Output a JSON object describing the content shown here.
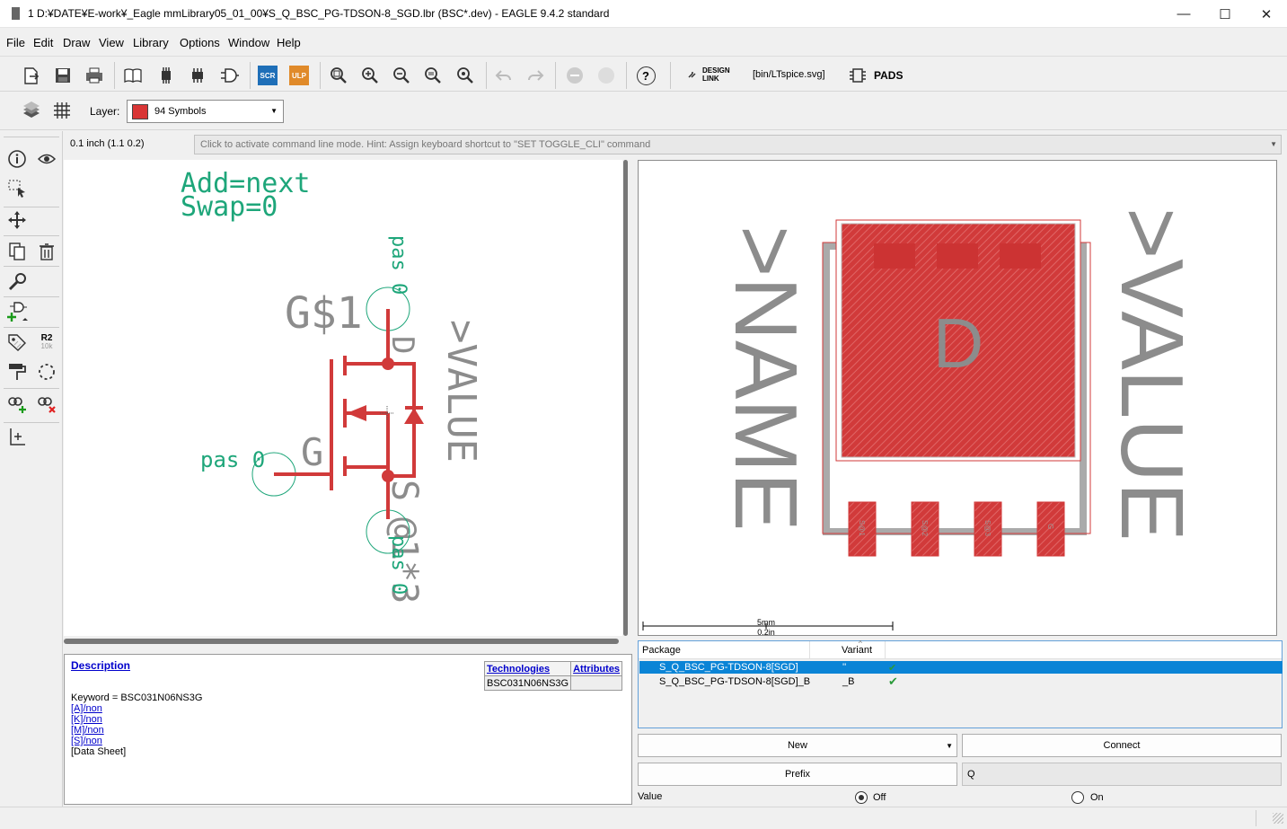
{
  "window": {
    "title": "1 D:¥DATE¥E-work¥_Eagle mmLibrary05_01_00¥S_Q_BSC_PG-TDSON-8_SGD.lbr (BSC*.dev) - EAGLE 9.4.2 standard",
    "minimize": "—",
    "maximize": "☐",
    "close": "✕"
  },
  "menu": [
    "File",
    "Edit",
    "Draw",
    "View",
    "Library",
    "Options",
    "Window",
    "Help"
  ],
  "toolbar": {
    "scr": "SCR",
    "ulp": "ULP",
    "help": "?",
    "design_link_1": "DESIGN",
    "design_link_2": "LINK",
    "ltspice": "[bin/LTspice.svg]",
    "pads": "PADS"
  },
  "layerbar": {
    "label": "Layer:",
    "selected": "94 Symbols",
    "swatch_color": "#d93636"
  },
  "lefttoolbar": {
    "r2": "R2",
    "r2_value": "10k"
  },
  "command": {
    "coordinate": "0.1 inch (1.1 0.2)",
    "hint": "Click to activate command line mode. Hint: Assign keyboard shortcut to \"SET TOGGLE_CLI\" command"
  },
  "schematic": {
    "add": "Add=next",
    "swap": "Swap=0",
    "gate_name": "G$1",
    "name_d": "D",
    "name_g": "G",
    "name_s": "S",
    "value": ">VALUE",
    "pin_pas_top": "pas 0",
    "pin_pas_left": "pas 0",
    "pin_pas_bottom": "pas 0",
    "suffix": "@1*3"
  },
  "package": {
    "name": ">NAME",
    "value": ">VALUE",
    "pad_label": "D",
    "scale_top": "5mm",
    "scale_bottom": "0.2in",
    "small_pads": [
      "S@1",
      "S@2",
      "S@3",
      "G"
    ]
  },
  "description": {
    "link": "Description",
    "lines": [
      "Keyword = BSC031N06NS3G",
      "[A]/non",
      "[K]/non",
      "[M]/non",
      "[S]/non",
      "[Data Sheet]"
    ],
    "technologies_header": "Technologies",
    "attributes_header": "Attributes",
    "technology_value": "BSC031N06NS3G"
  },
  "variants": {
    "col_package": "Package",
    "col_variant": "Variant",
    "rows": [
      {
        "package": "S_Q_BSC_PG-TDSON-8[SGD]",
        "variant": "''",
        "check": "✔"
      },
      {
        "package": "S_Q_BSC_PG-TDSON-8[SGD]_B",
        "variant": "_B",
        "check": "✔"
      }
    ]
  },
  "buttons": {
    "new": "New",
    "connect": "Connect",
    "prefix": "Prefix",
    "prefix_value": "Q"
  },
  "value_row": {
    "label": "Value",
    "off": "Off",
    "on": "On"
  },
  "colors": {
    "symbol_red": "#d13a3a",
    "pin_green": "#1ea67a",
    "text_gray": "#8c8c8c",
    "selection": "#0a84d6"
  }
}
